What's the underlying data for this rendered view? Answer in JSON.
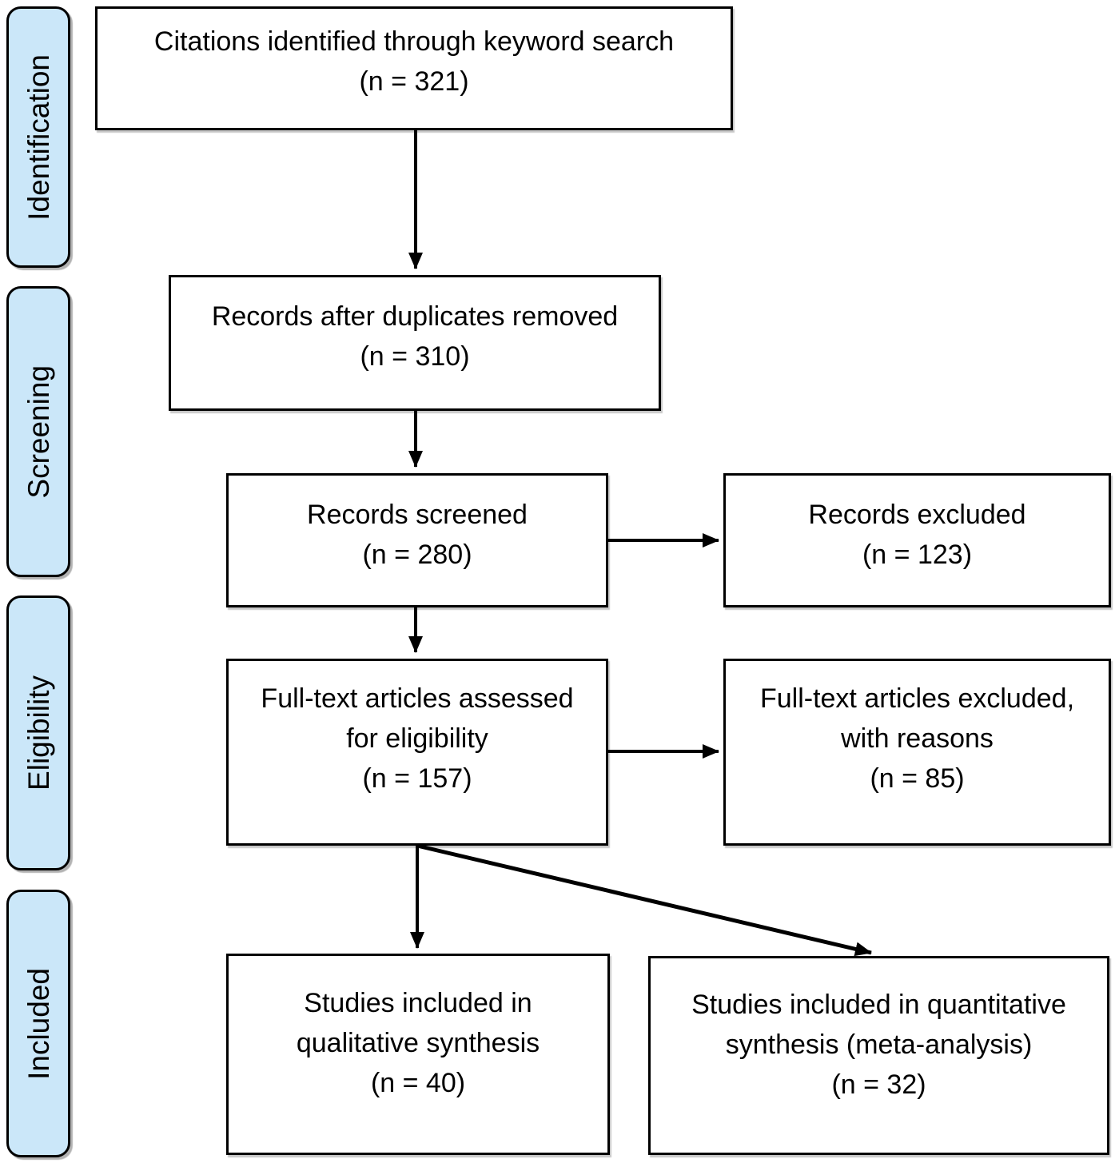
{
  "sidebar": {
    "fill_color": "#cbe7f9",
    "stages": [
      {
        "label": "Identification"
      },
      {
        "label": "Screening"
      },
      {
        "label": "Eligibility"
      },
      {
        "label": "Included"
      }
    ]
  },
  "flow": {
    "boxes": {
      "citations": {
        "lines": [
          "Citations identified through keyword search",
          "(n = 321)"
        ]
      },
      "duplicates": {
        "lines": [
          "Records after duplicates removed",
          "(n = 310)"
        ]
      },
      "screened": {
        "lines": [
          "Records screened",
          "(n = 280)"
        ]
      },
      "records_excluded": {
        "lines": [
          "Records excluded",
          "(n = 123)"
        ]
      },
      "fulltext": {
        "lines": [
          "Full-text articles assessed",
          "for eligibility",
          "(n = 157)"
        ]
      },
      "fulltext_excluded": {
        "lines": [
          "Full-text articles excluded,",
          "with reasons",
          "(n = 85)"
        ]
      },
      "qualitative": {
        "lines": [
          "Studies included in",
          "qualitative synthesis",
          "(n = 40)"
        ]
      },
      "quantitative": {
        "lines": [
          "Studies included in quantitative",
          "synthesis (meta-analysis)",
          "(n = 32)"
        ]
      }
    },
    "counts": {
      "identified": 321,
      "after_duplicates_removed": 310,
      "screened": 280,
      "records_excluded": 123,
      "fulltext_assessed": 157,
      "fulltext_excluded": 85,
      "qualitative_synthesis": 40,
      "quantitative_synthesis": 32
    },
    "line_color": "#000000"
  }
}
